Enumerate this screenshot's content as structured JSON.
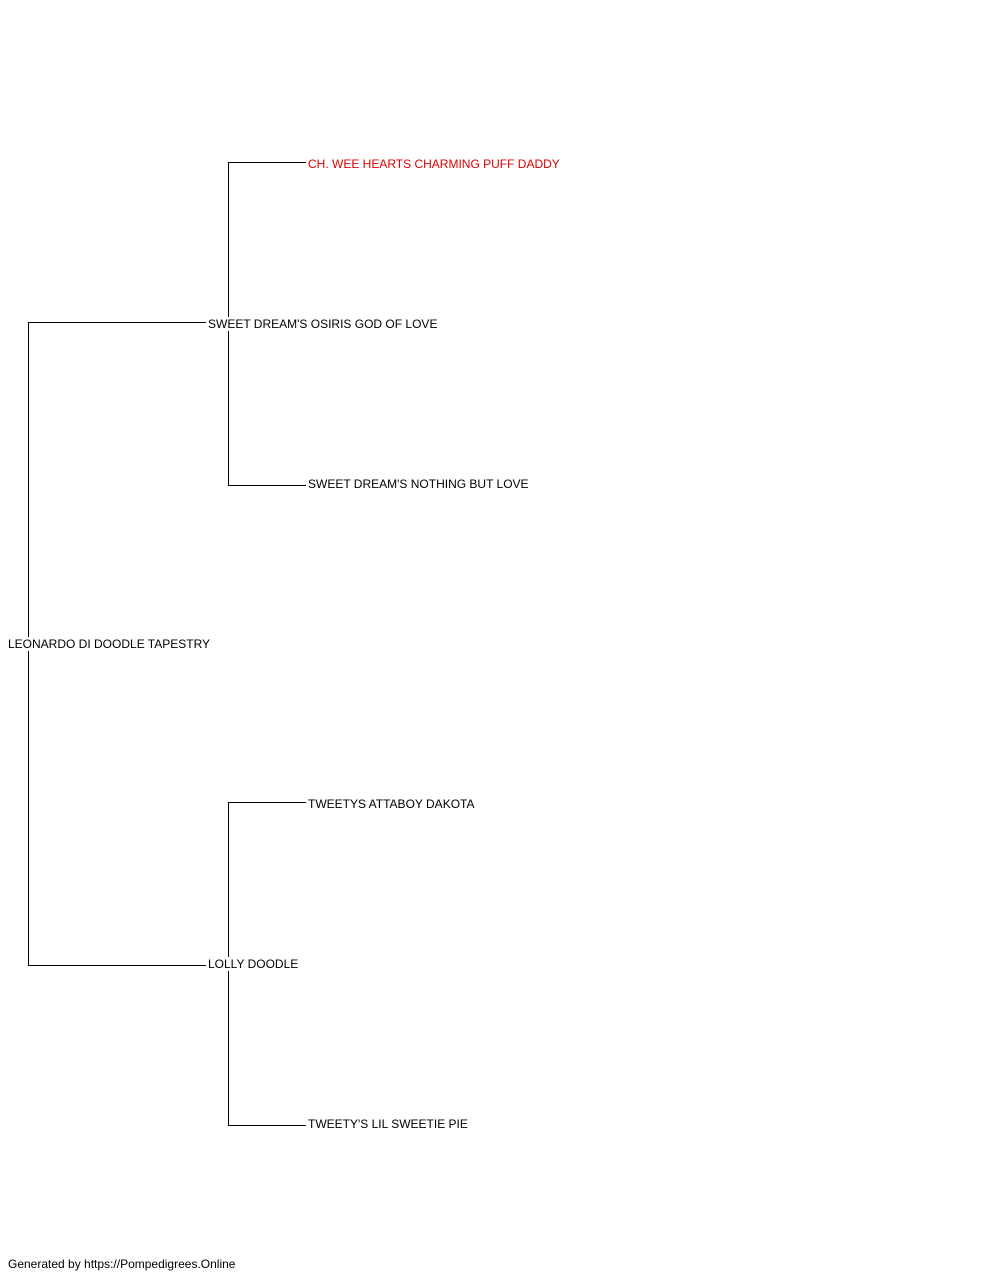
{
  "pedigree": {
    "subject": "LEONARDO DI DOODLE TAPESTRY",
    "sire": "SWEET DREAM'S OSIRIS GOD OF LOVE",
    "dam": "LOLLY DOODLE",
    "sire_sire": "CH. WEE HEARTS CHARMING PUFF DADDY",
    "sire_dam": "SWEET DREAM'S NOTHING BUT LOVE",
    "dam_sire": "TWEETYS ATTABOY DAKOTA",
    "dam_dam": "TWEETY'S LIL SWEETIE PIE"
  },
  "colors": {
    "champion": "#e00000",
    "text": "#000000",
    "line": "#000000"
  },
  "footer": {
    "text": "Generated by https://Pompedigrees.Online"
  }
}
